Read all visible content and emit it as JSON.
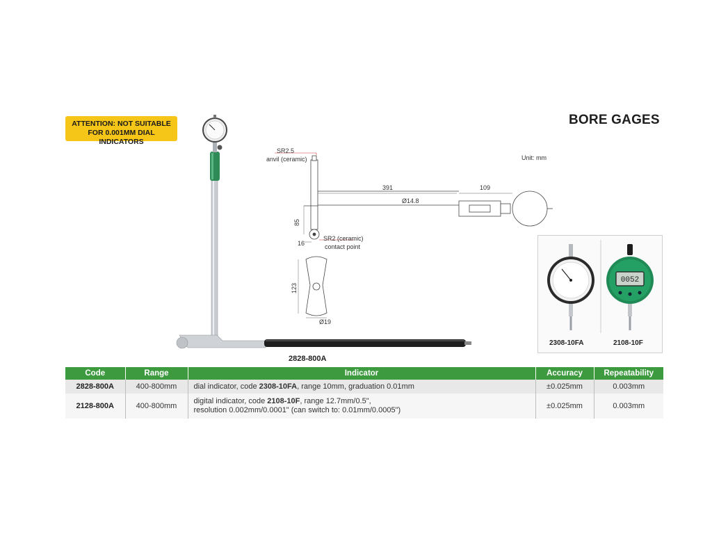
{
  "attention": {
    "line1": "ATTENTION: NOT SUITABLE",
    "line2": "FOR 0.001MM DIAL INDICATORS"
  },
  "title": "BORE GAGES",
  "unit": "Unit: mm",
  "drawing": {
    "sr25": "SR2.5",
    "anvil": "anvil (ceramic)",
    "dim391": "391",
    "dim109": "109",
    "dia148": "Ø14.8",
    "dim85": "85",
    "dim16": "16",
    "sr2": "SR2 (ceramic)",
    "contact": "contact point",
    "dim123": "123",
    "dia19": "Ø19"
  },
  "model_label": "2828-800A",
  "inset": {
    "left_caption": "2308-10FA",
    "right_caption": "2108-10F",
    "digital_reading": "0052"
  },
  "table": {
    "headers": {
      "code": "Code",
      "range": "Range",
      "indicator": "Indicator",
      "accuracy": "Accuracy",
      "repeatability": "Repeatability"
    },
    "rows": [
      {
        "code": "2828-800A",
        "range": "400-800mm",
        "ind_pre": "dial indicator, code ",
        "ind_code": "2308-10FA",
        "ind_post": ", range 10mm, graduation 0.01mm",
        "accuracy": "±0.025mm",
        "repeatability": "0.003mm"
      },
      {
        "code": "2128-800A",
        "range": "400-800mm",
        "ind_pre": "digital indicator, code ",
        "ind_code": "2108-10F",
        "ind_post": ", range 12.7mm/0.5\",",
        "ind_line2": "resolution 0.002mm/0.0001\" (can switch to: 0.01mm/0.0005\")",
        "accuracy": "±0.025mm",
        "repeatability": "0.003mm"
      }
    ]
  },
  "colors": {
    "table_header": "#3d9a3f",
    "attention_bg": "#f5c518",
    "grip_green": "#2e8b57"
  }
}
